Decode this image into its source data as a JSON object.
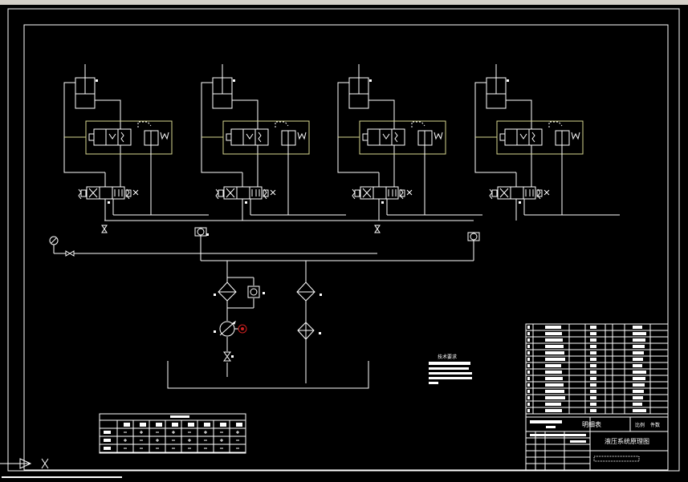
{
  "title_block": {
    "bom_title": "明细表",
    "drawing_title": "液压系统原理图",
    "scale_label": "比例",
    "quantity_label": "件数"
  },
  "notes": {
    "title": "技术要求"
  },
  "colors": {
    "background": "#000000",
    "line": "#ffffff",
    "module_box": "#d8d890",
    "pressure_gauge_accent": "#d02020",
    "app_chrome": "#d4d0c8"
  },
  "diagram": {
    "cylinder_count": 4,
    "valve_type": "4-way 3-position directional valve",
    "table_rows": 3,
    "table_cols": 8
  }
}
